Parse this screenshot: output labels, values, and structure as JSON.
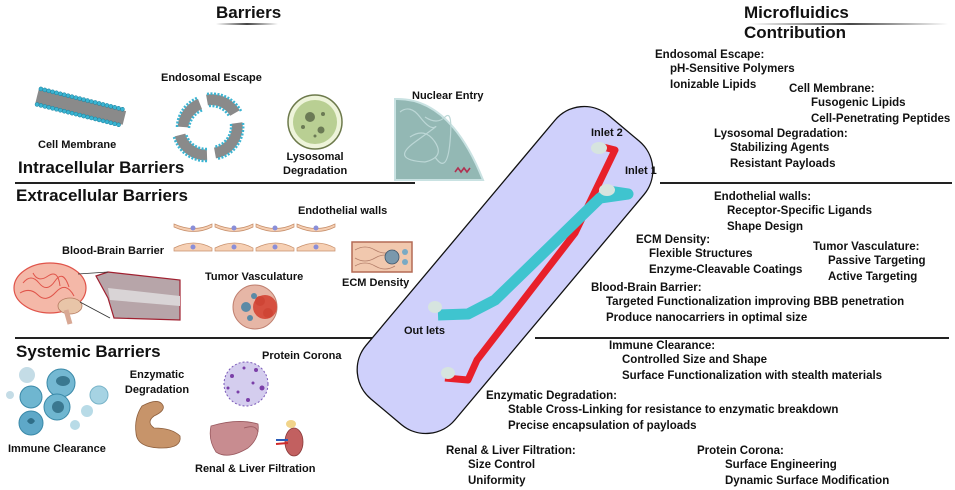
{
  "headers": {
    "left": "Barriers",
    "right": "Microfluidics Contribution"
  },
  "sections": {
    "intracellular": {
      "title": "Intracellular Barriers",
      "labels": {
        "cell_membrane": "Cell Membrane",
        "endosomal_escape": "Endosomal Escape",
        "lysosomal_degradation_1": "Lysosomal",
        "lysosomal_degradation_2": "Degradation",
        "nuclear_entry": "Nuclear Entry"
      }
    },
    "extracellular": {
      "title": "Extracellular Barriers",
      "labels": {
        "endothelial_walls": "Endothelial walls",
        "blood_brain_barrier": "Blood-Brain Barrier",
        "tumor_vasculature": "Tumor Vasculature",
        "ecm_density": "ECM Density"
      }
    },
    "systemic": {
      "title": "Systemic Barriers",
      "labels": {
        "immune_clearance": "Immune Clearance",
        "enzymatic_degradation_1": "Enzymatic",
        "enzymatic_degradation_2": "Degradation",
        "protein_corona": "Protein Corona",
        "renal_liver_filtration": "Renal & Liver Filtration"
      }
    }
  },
  "chip": {
    "inlet_2": "Inlet 2",
    "inlet_1": "Inlet 1",
    "outlets": "Out lets",
    "colors": {
      "body": "#cfd0fb",
      "channel_red": "#e8202a",
      "channel_cyan": "#3fc4cf",
      "port": "#d6e4df"
    }
  },
  "contributions": {
    "endosomal_escape": {
      "title": "Endosomal Escape:",
      "items": [
        "pH-Sensitive Polymers",
        "Ionizable Lipids"
      ]
    },
    "cell_membrane": {
      "title": "Cell Membrane:",
      "items": [
        "Fusogenic Lipids",
        "Cell-Penetrating Peptides"
      ]
    },
    "lysosomal_degradation": {
      "title": "Lysosomal Degradation:",
      "items": [
        "Stabilizing Agents",
        "Resistant Payloads"
      ]
    },
    "endothelial_walls": {
      "title": "Endothelial walls:",
      "items": [
        "Receptor-Specific Ligands",
        "Shape Design"
      ]
    },
    "ecm_density": {
      "title": "ECM Density:",
      "items": [
        "Flexible Structures",
        "Enzyme-Cleavable Coatings"
      ]
    },
    "tumor_vasculature": {
      "title": "Tumor Vasculature:",
      "items": [
        "Passive Targeting",
        "Active Targeting"
      ]
    },
    "blood_brain_barrier": {
      "title": "Blood-Brain Barrier:",
      "items": [
        "Targeted Functionalization improving BBB penetration",
        "Produce nanocarriers in optimal size"
      ]
    },
    "immune_clearance": {
      "title": "Immune Clearance:",
      "items": [
        "Controlled Size and Shape",
        "Surface Functionalization with stealth materials"
      ]
    },
    "enzymatic_degradation": {
      "title": "Enzymatic Degradation:",
      "items": [
        "Stable Cross-Linking for resistance to enzymatic breakdown",
        "Precise encapsulation of payloads"
      ]
    },
    "renal_liver_filtration": {
      "title": "Renal & Liver Filtration:",
      "items": [
        "Size Control",
        "Uniformity"
      ]
    },
    "protein_corona": {
      "title": "Protein Corona:",
      "items": [
        "Surface Engineering",
        "Dynamic Surface Modification"
      ]
    }
  }
}
